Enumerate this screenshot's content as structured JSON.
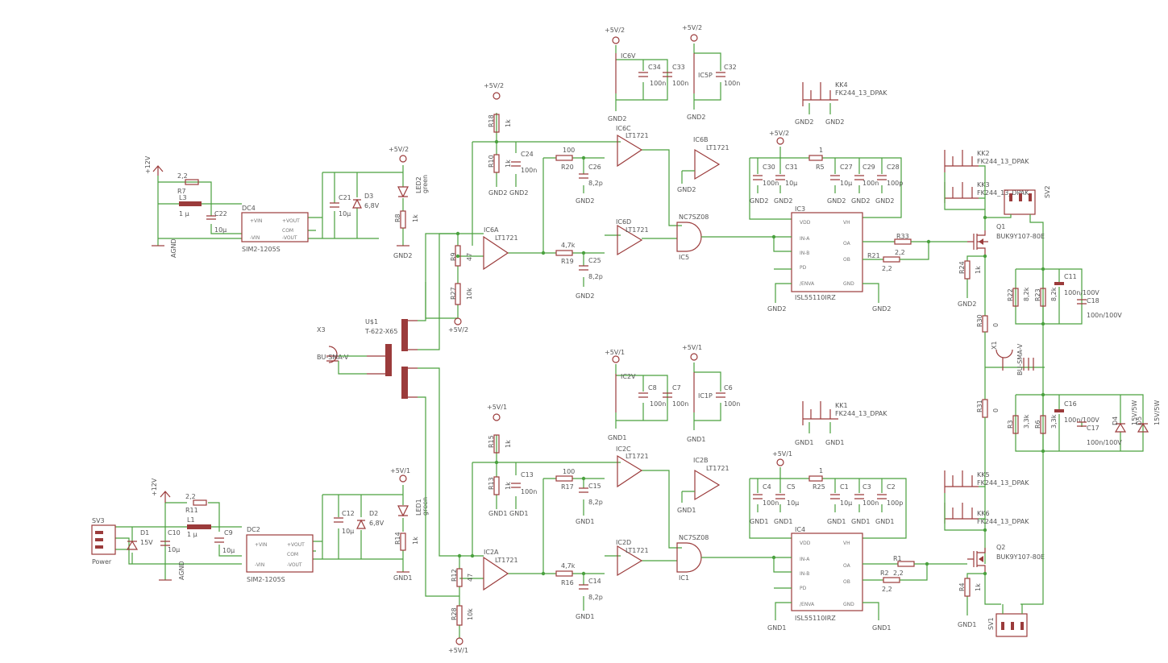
{
  "labels": {
    "r18": "R18",
    "r18v": "1k",
    "r10": "R10",
    "r10v": "1k",
    "c24": "C24",
    "c24v": "100n",
    "gnd2_r10": "GND2",
    "gnd2_c24": "GND2",
    "p5v2_r18": "+5V/2",
    "r20": "R20",
    "r20v": "100",
    "c26": "C26",
    "c26v": "8,2p",
    "gnd2_c26": "GND2",
    "ic6c": "IC6C",
    "ic6cv": "LT1721",
    "ic6d": "IC6D",
    "ic6dv": "LT1721",
    "ic6a": "IC6A",
    "ic6av": "LT1721",
    "ic6b": "IC6B",
    "ic6bv": "LT1721",
    "gnd2_ic6b": "GND2",
    "r19": "R19",
    "r19v": "4,7k",
    "c25": "C25",
    "c25v": "8,2p",
    "gnd2_c25": "GND2",
    "r9": "R9",
    "r9v": "47",
    "r27": "R27",
    "r27v": "10k",
    "p5v2_r27": "+5V/2",
    "ic5": "IC5",
    "ic5v": "NC7SZ08",
    "p5v2_ic6v": "+5V/2",
    "ic6v": "IC6V",
    "c34": "C34",
    "c34v": "100n",
    "c33": "C33",
    "c33v": "100n",
    "gnd2_ic6v": "GND2",
    "p5v2_c5p": "+5V/2",
    "ic5p": "IC5P",
    "c32": "C32",
    "c32v": "100n",
    "gnd2_c5p": "GND2",
    "kk4": "KK4",
    "kk4v": "FK244_13_DPAK",
    "gnd2_kk4a": "GND2",
    "gnd2_kk4b": "GND2",
    "p5v2_ic3": "+5V/2",
    "c30": "C30",
    "c30v": "100n",
    "c31": "C31",
    "c31v": "10µ",
    "r5": "R5",
    "r5v": "1",
    "c27": "C27",
    "c27v": "10µ",
    "c29": "C29",
    "c29v": "100n",
    "c28": "C28",
    "c28v": "100p",
    "gnd2_c30": "GND2",
    "gnd2_c31": "GND2",
    "gnd2_c27": "GND2",
    "gnd2_c29": "GND2",
    "gnd2_c28": "GND2",
    "ic3": "IC3",
    "ic3v": "ISL55110IRZ",
    "gnd2_ic3a": "GND2",
    "gnd2_ic3b": "GND2",
    "r33": "R33",
    "r33v": "2,2",
    "r21": "R21",
    "r21v": "2,2",
    "kk2": "KK2",
    "kk2v": "FK244_13_DPAK",
    "kk3": "KK3",
    "kk3v": "FK244_13_DPAK",
    "sv2": "SV2",
    "q1": "Q1",
    "q1v": "BUK9Y107-80E",
    "r24": "R24",
    "r24v": "1k",
    "gnd2_r24": "GND2",
    "c11": "C11",
    "c11v": "100n/100V",
    "c18": "C18",
    "c18v": "100n/100V",
    "r22": "R22",
    "r22v": "8,2k",
    "r23": "R23",
    "r23v": "8,2k",
    "r30": "R30",
    "r30v": "0",
    "x1": "X1",
    "x1v": "BU-SMA-V",
    "r31": "R31",
    "r31v": "0",
    "r3": "R3",
    "r3v": "3,3k",
    "r6": "R6",
    "r6v": "3,3k",
    "c16": "C16",
    "c16v": "100n/100V",
    "c17": "C17",
    "c17v": "100n/100V",
    "d4": "D4",
    "d4v": "15V/5W",
    "d5": "D5",
    "d5v": "15V/5W",
    "kk5": "KK5",
    "kk5v": "FK244_13_DPAK",
    "kk6": "KK6",
    "kk6v": "FK244_13_DPAK",
    "q2": "Q2",
    "q2v": "BUK9Y107-80E",
    "r4": "R4",
    "r4v": "1k",
    "gnd1_r4": "GND1",
    "sv1": "SV1",
    "x3": "X3",
    "x3v": "BU-SMA-V",
    "us1": "U$1",
    "us1v": "T-622-X65",
    "p12v_top": "+12V",
    "r7": "R7",
    "r7v": "2,2",
    "l3": "L3",
    "l3v": "1 µ",
    "c22": "C22",
    "c22v": "10µ",
    "agnd_top": "AGND",
    "dc4": "DC4",
    "dc4v": "SIM2-1205S",
    "c21": "C21",
    "c21v": "10µ",
    "d3": "D3",
    "d3v": "6,8V",
    "p5v2_led2": "+5V/2",
    "led2": "LED2",
    "led2v": "green",
    "r8": "R8",
    "r8v": "1k",
    "gnd2_r8": "GND2",
    "sv3": "SV3",
    "sv3v": "Power",
    "p12v_bot": "+12V",
    "d1": "D1",
    "d1v": "15V",
    "c10": "C10",
    "c10v": "10µ",
    "r11": "R11",
    "r11v": "2,2",
    "l1": "L1",
    "l1v": "1 µ",
    "c9": "C9",
    "c9v": "10µ",
    "agnd_bot": "AGND",
    "dc2": "DC2",
    "dc2v": "SIM2-1205S",
    "c12": "C12",
    "c12v": "10µ",
    "d2": "D2",
    "d2v": "6,8V",
    "p5v1_led1": "+5V/1",
    "led1": "LED1",
    "led1v": "green",
    "r14": "R14",
    "r14v": "1k",
    "gnd1_r14": "GND1",
    "p5v1_r15": "+5V/1",
    "r15": "R15",
    "r15v": "1k",
    "r13": "R13",
    "r13v": "1k",
    "c13": "C13",
    "c13v": "100n",
    "gnd1_r13": "GND1",
    "gnd1_c13": "GND1",
    "r17": "R17",
    "r17v": "100",
    "c15": "C15",
    "c15v": "8,2p",
    "gnd1_c15": "GND1",
    "ic2c": "IC2C",
    "ic2cv": "LT1721",
    "ic2b": "IC2B",
    "ic2bv": "LT1721",
    "gnd1_ic2b": "GND1",
    "ic2a": "IC2A",
    "ic2av": "LT1721",
    "ic2d": "IC2D",
    "ic2dv": "LT1721",
    "r16": "R16",
    "r16v": "4,7k",
    "c14": "C14",
    "c14v": "8,2p",
    "gnd1_c14": "GND1",
    "r12": "R12",
    "r12v": "47",
    "r28": "R28",
    "r28v": "10k",
    "p5v1_r28": "+5V/1",
    "ic1": "IC1",
    "ic1v": "NC7SZ08",
    "p5v1_ic2v": "+5V/1",
    "ic2v": "IC2V",
    "c8": "C8",
    "c8v": "100n",
    "c7": "C7",
    "c7v": "100n",
    "gnd1_ic2v": "GND1",
    "p5v1_ic1p": "+5V/1",
    "ic1p": "IC1P",
    "c6": "C6",
    "c6v": "100n",
    "gnd1_ic1p": "GND1",
    "kk1": "KK1",
    "kk1v": "FK244_13_DPAK",
    "gnd1_kk1a": "GND1",
    "gnd1_kk1b": "GND1",
    "p5v1_ic4": "+5V/1",
    "c4": "C4",
    "c4v": "100n",
    "c5": "C5",
    "c5v": "10µ",
    "r25": "R25",
    "r25v": "1",
    "c1": "C1",
    "c1v": "10µ",
    "c3": "C3",
    "c3v": "100n",
    "c2": "C2",
    "c2v": "100p",
    "gnd1_c4": "GND1",
    "gnd1_c5": "GND1",
    "gnd1_c1": "GND1",
    "gnd1_c3": "GND1",
    "gnd1_c2": "GND1",
    "ic4": "IC4",
    "ic4v": "ISL55110IRZ",
    "gnd1_ic4a": "GND1",
    "gnd1_ic4b": "GND1",
    "r1": "R1",
    "r1v": "2,2",
    "r2": "R2",
    "r2v": "2,2",
    "vdd": "VDD",
    "vh": "VH",
    "ina": "IN-A",
    "inb": "IN-B",
    "oa": "OA",
    "ob": "OB",
    "pd": "PD",
    "enva": "/ENVA",
    "gnd": "GND",
    "vdd2": "VDD",
    "vh2": "VH",
    "ina2": "IN-A",
    "inb2": "IN-B",
    "oa2": "OA",
    "ob2": "OB",
    "pd2": "PD",
    "enva2": "/ENVA",
    "gnd_2": "GND",
    "dcvin1": "+VIN",
    "dcvin2": "-VIN",
    "dcvout1": "+VOUT",
    "dcvout2": "-VOUT",
    "dccom": "COM",
    "dcvin1b": "+VIN",
    "dcvin2b": "-VIN",
    "dcvout1b": "+VOUT",
    "dcvout2b": "-VOUT",
    "dccomb": "COM"
  }
}
